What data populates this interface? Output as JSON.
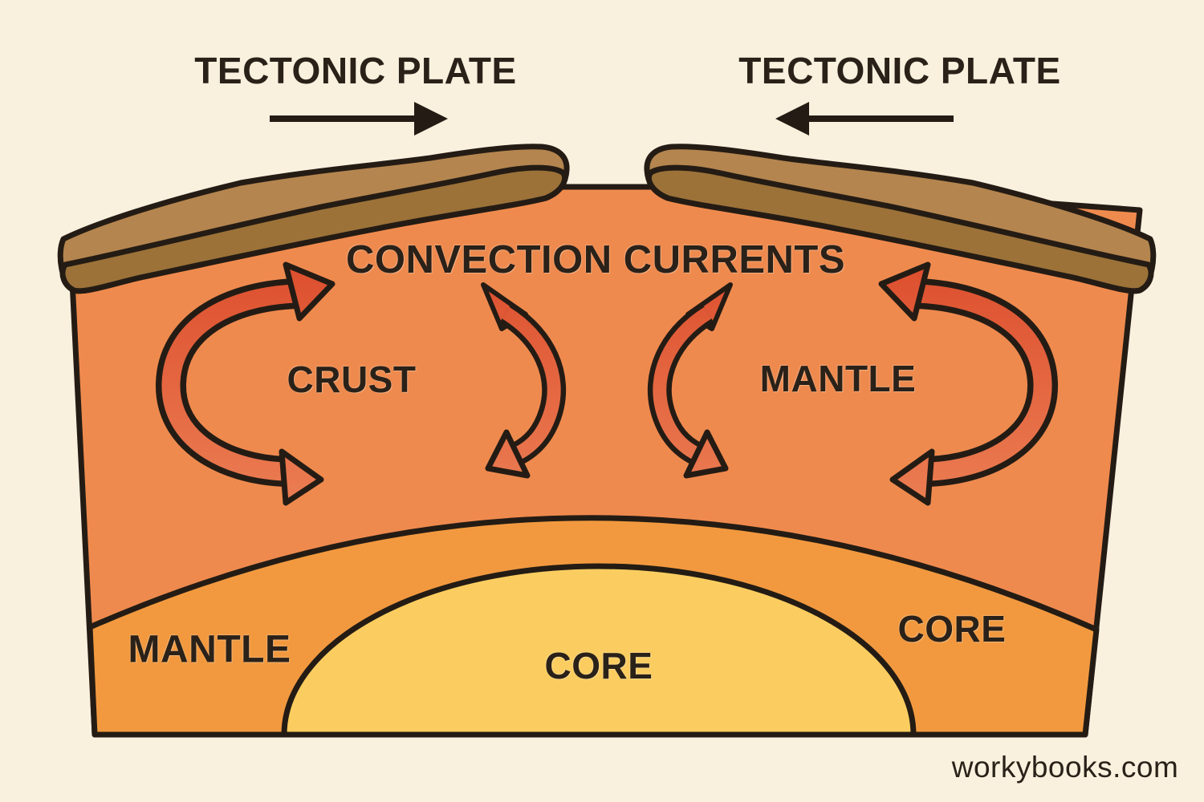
{
  "header": {
    "left": {
      "label": "TECTONIC PLATE",
      "motion_direction": "right"
    },
    "right": {
      "label": "TECTONIC PLATE",
      "motion_direction": "left"
    }
  },
  "diagram": {
    "title": "CONVECTION CURRENTS",
    "labels": {
      "crust": "CRUST",
      "mantle_right": "MANTLE",
      "mantle_bottom_left": "MANTLE",
      "core_bottom_right": "CORE",
      "core_center": "CORE"
    },
    "convection_arrows": {
      "outer_left": "circular current rising toward ridge",
      "inner_left": "current descending left of ridge",
      "inner_right": "current descending right of ridge",
      "outer_right": "circular current rising toward ridge"
    }
  },
  "footer": {
    "watermark": "workybooks.com"
  },
  "colors": {
    "bg": "#f9f0de",
    "body": "#ef8a4e",
    "layer2": "#f2993f",
    "core": "#fbcd60",
    "plate_top": "#b5854f",
    "plate_low": "#9c7239",
    "arrow_top": "#dd4f2e",
    "arrow_bottom": "#ec8055",
    "outline": "#241c14",
    "ink": "#2a2119"
  }
}
